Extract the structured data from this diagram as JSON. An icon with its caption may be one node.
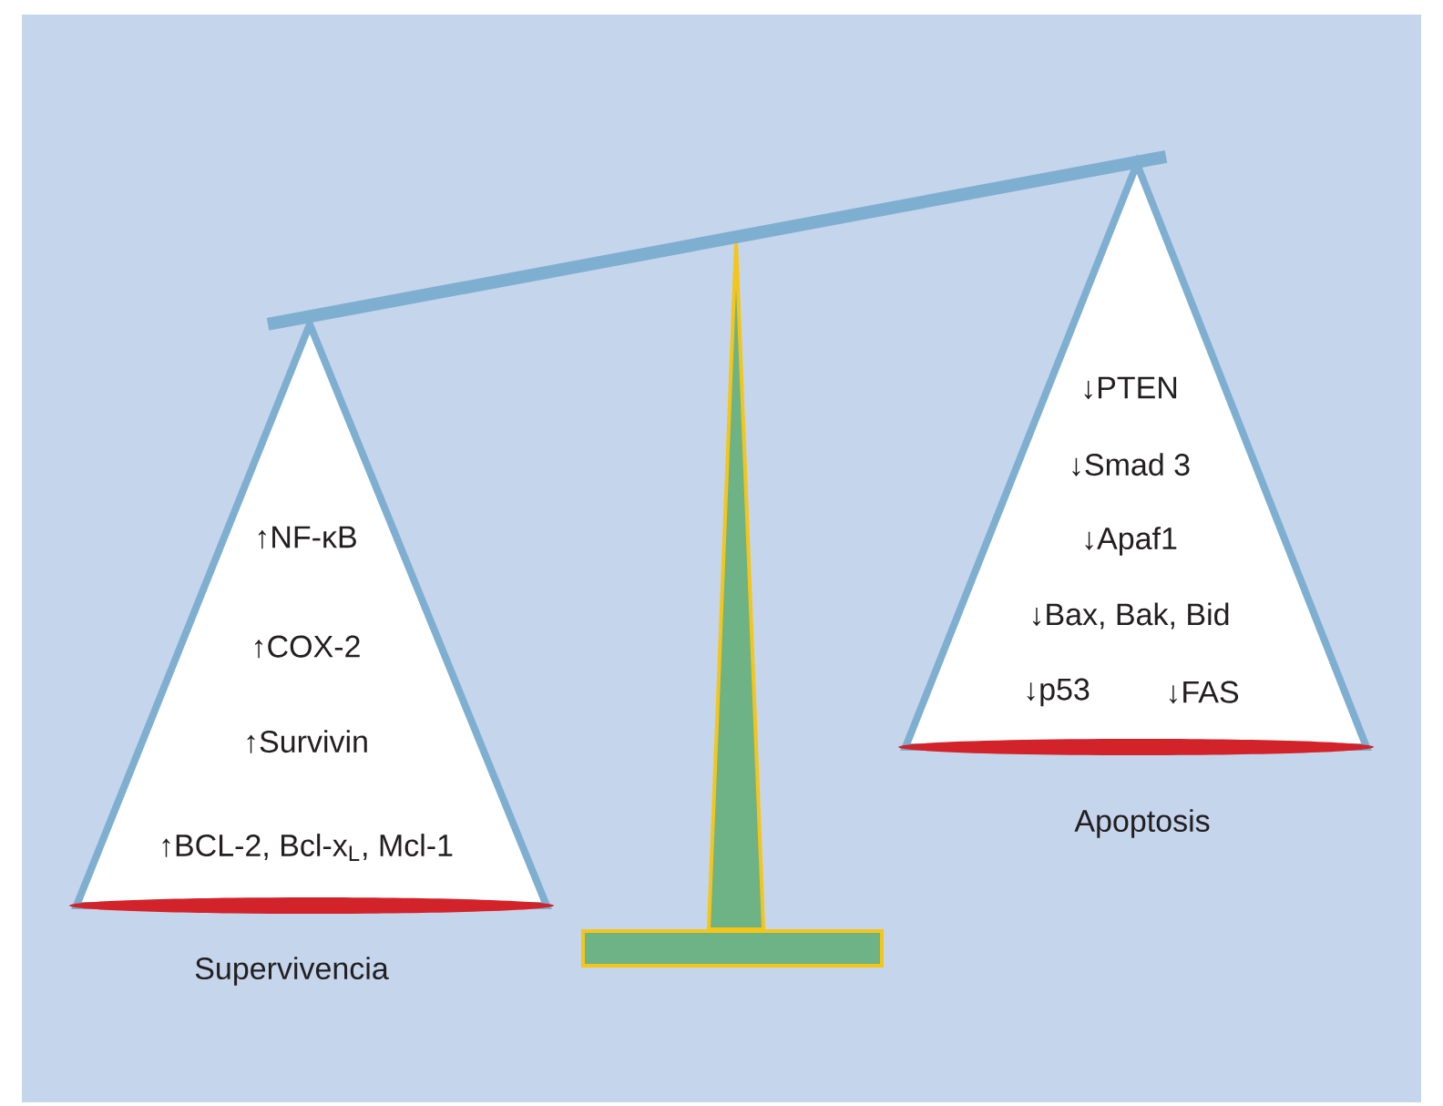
{
  "diagram": {
    "nodes": [
      {
        "text": [
          "↑NF-κB",
          "↑COX-2",
          "↑Survivin",
          "↑BCL-2, Bcl-x$_{L}$, Mcl-1"
        ],
        "beside": [
          "Supervivencia"
        ]
      },
      {
        "text": [
          "↓PTEN",
          "↓Smad 3",
          "↓Apaf1",
          "↓Bax, Bak, Bid",
          "↓p53",
          "↓FAS"
        ],
        "beside": [
          "Apoptosis"
        ]
      }
    ]
  }
}
